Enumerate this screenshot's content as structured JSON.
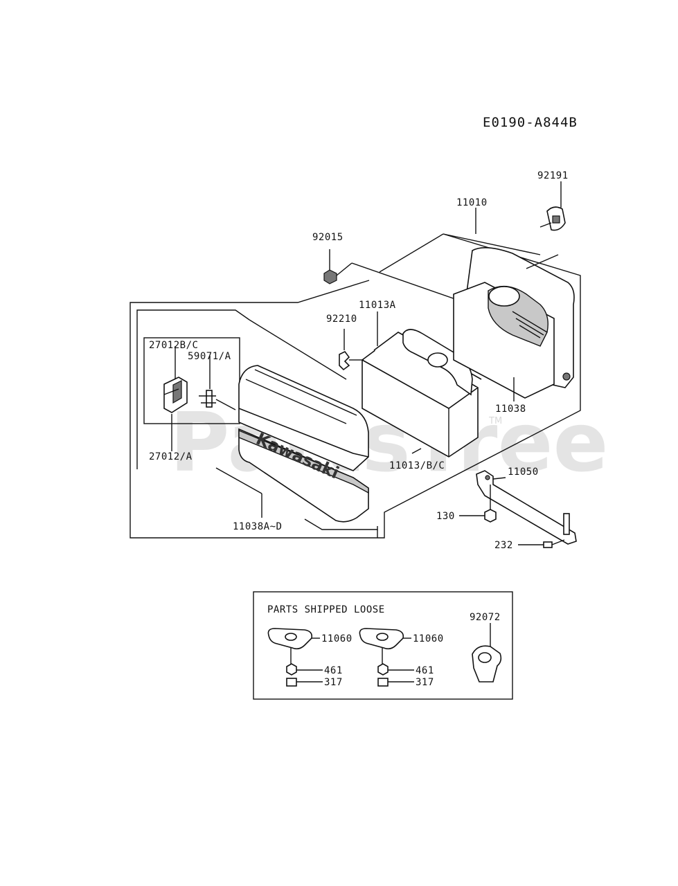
{
  "diagram_code": "E0190-A844B",
  "watermark": {
    "text": "PartsTree",
    "tm": "TM"
  },
  "brand_on_cover": "Kawasaki",
  "labels": {
    "p92191": "92191",
    "p11010": "11010",
    "p92015": "92015",
    "p11013A": "11013A",
    "p92210": "92210",
    "p27012BC": "27012B/C",
    "p59071A": "59071/A",
    "p11038": "11038",
    "p27012A": "27012/A",
    "p11013BC": "11013/B/C",
    "p11050": "11050",
    "p130": "130",
    "p11038AD": "11038A~D",
    "p232": "232"
  },
  "loose_box": {
    "title": "PARTS SHIPPED LOOSE",
    "items": {
      "p11060a": "11060",
      "p11060b": "11060",
      "p461a": "461",
      "p461b": "461",
      "p317a": "317",
      "p317b": "317",
      "p92072": "92072"
    }
  }
}
